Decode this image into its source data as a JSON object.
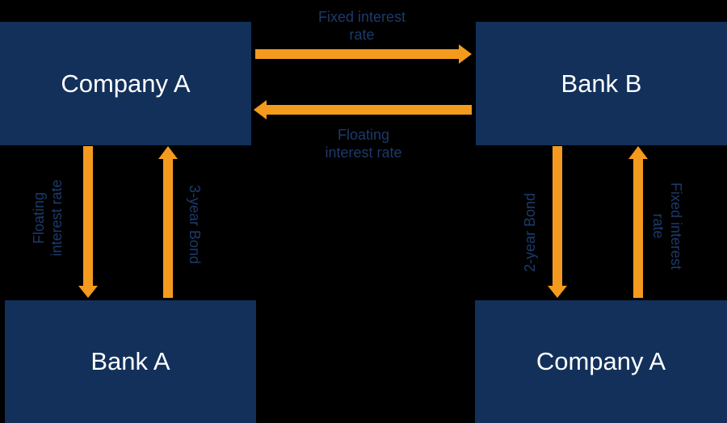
{
  "boxes": {
    "company_a_top": "Company A",
    "bank_b": "Bank B",
    "bank_a": "Bank A",
    "company_a_bottom": "Company A"
  },
  "labels": {
    "top_right_arrow": [
      "Fixed interest",
      "rate"
    ],
    "top_left_arrow": [
      "Floating",
      "interest rate"
    ],
    "left_down_arrow": [
      "Floating",
      "interest rate"
    ],
    "left_up_arrow": "3-year Bond",
    "right_down_arrow": "2-year Bond",
    "right_up_arrow": [
      "Fixed interest",
      "rate"
    ]
  },
  "colors": {
    "box_fill": "#12305a",
    "box_text": "#ffffff",
    "arrow": "#f39a1f",
    "label_text": "#1c3a6b",
    "background": "#000000"
  }
}
